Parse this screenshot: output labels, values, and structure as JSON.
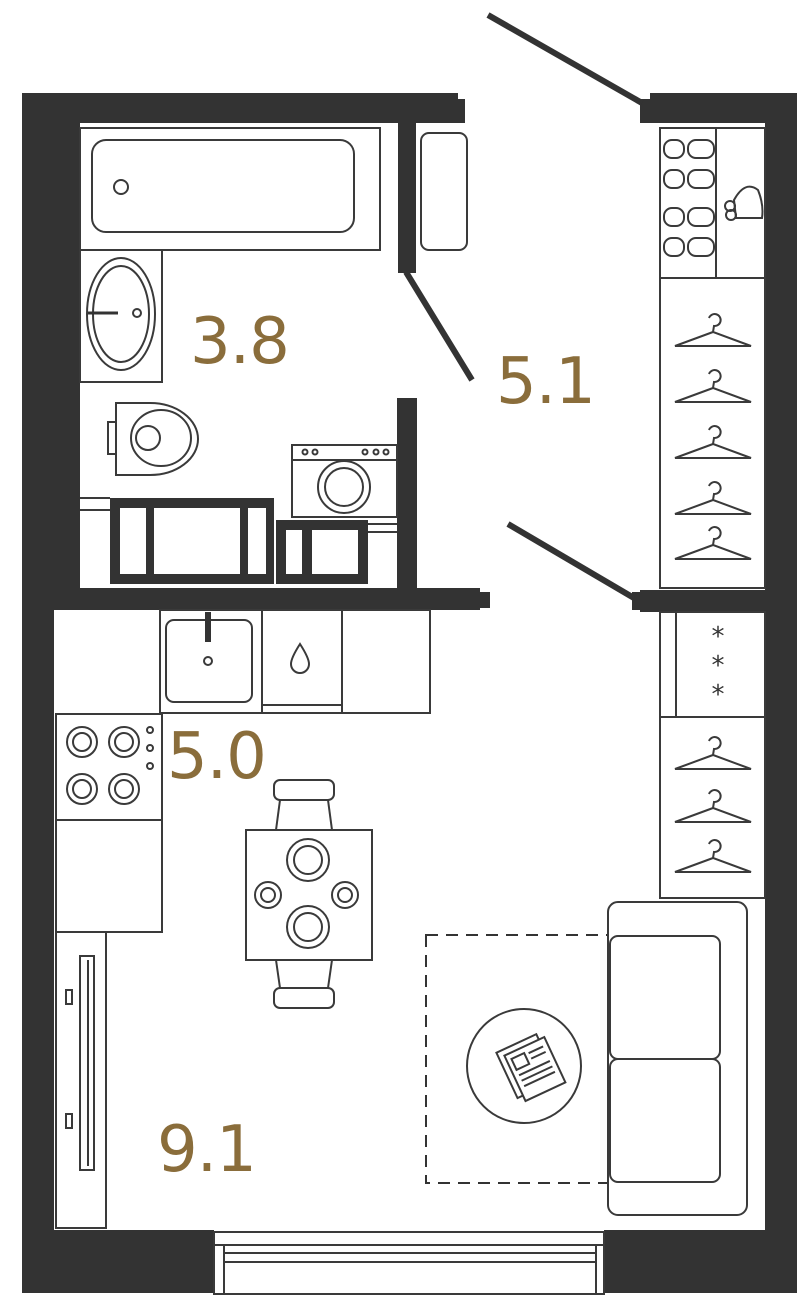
{
  "rooms": {
    "bathroom": {
      "area": "3.8"
    },
    "hallway": {
      "area": "5.1"
    },
    "kitchen": {
      "area": "5.0"
    },
    "living_room": {
      "area": "9.1"
    }
  },
  "colors": {
    "wall": "#333333",
    "area_label": "#8a6d3b",
    "line": "#3a3a3a",
    "background": "#ffffff"
  },
  "icons": [
    "bathtub-icon",
    "sink-icon",
    "toilet-icon",
    "washing-machine-icon",
    "shoe-rack-icon",
    "clothes-hanger-icon",
    "kitchen-sink-icon",
    "water-drop-icon",
    "stove-icon",
    "freezer-icon",
    "dining-table-icon",
    "chair-icon",
    "sofa-icon",
    "rug-icon",
    "newspaper-icon",
    "radiator-icon",
    "window-icon"
  ],
  "freezer_marks": [
    "*",
    "*",
    "*"
  ]
}
